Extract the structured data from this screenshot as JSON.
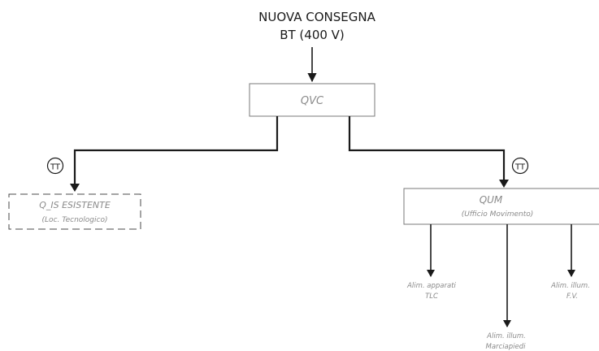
{
  "supply": {
    "line1": "NUOVA CONSEGNA",
    "line2": "BT (400 V)"
  },
  "qvc": {
    "label": "QVC"
  },
  "qis": {
    "label": "Q_IS ESISTENTE",
    "sublabel": "(Loc. Tecnologico)"
  },
  "qum": {
    "label": "QUM",
    "sublabel": "(Ufficio Movimento)"
  },
  "earthing": {
    "left": "TT",
    "right": "TT"
  },
  "loads": {
    "tlc": {
      "line1": "Alim. apparati",
      "line2": "TLC"
    },
    "marciapiedi": {
      "line1": "Alim. illum.",
      "line2": "Marciapiedi"
    },
    "fv": {
      "line1": "Alim. illum.",
      "line2": "F.V."
    }
  },
  "colors": {
    "line": "#1a1a1a",
    "box": "#7a7a7a",
    "label": "#8a8a8a"
  }
}
